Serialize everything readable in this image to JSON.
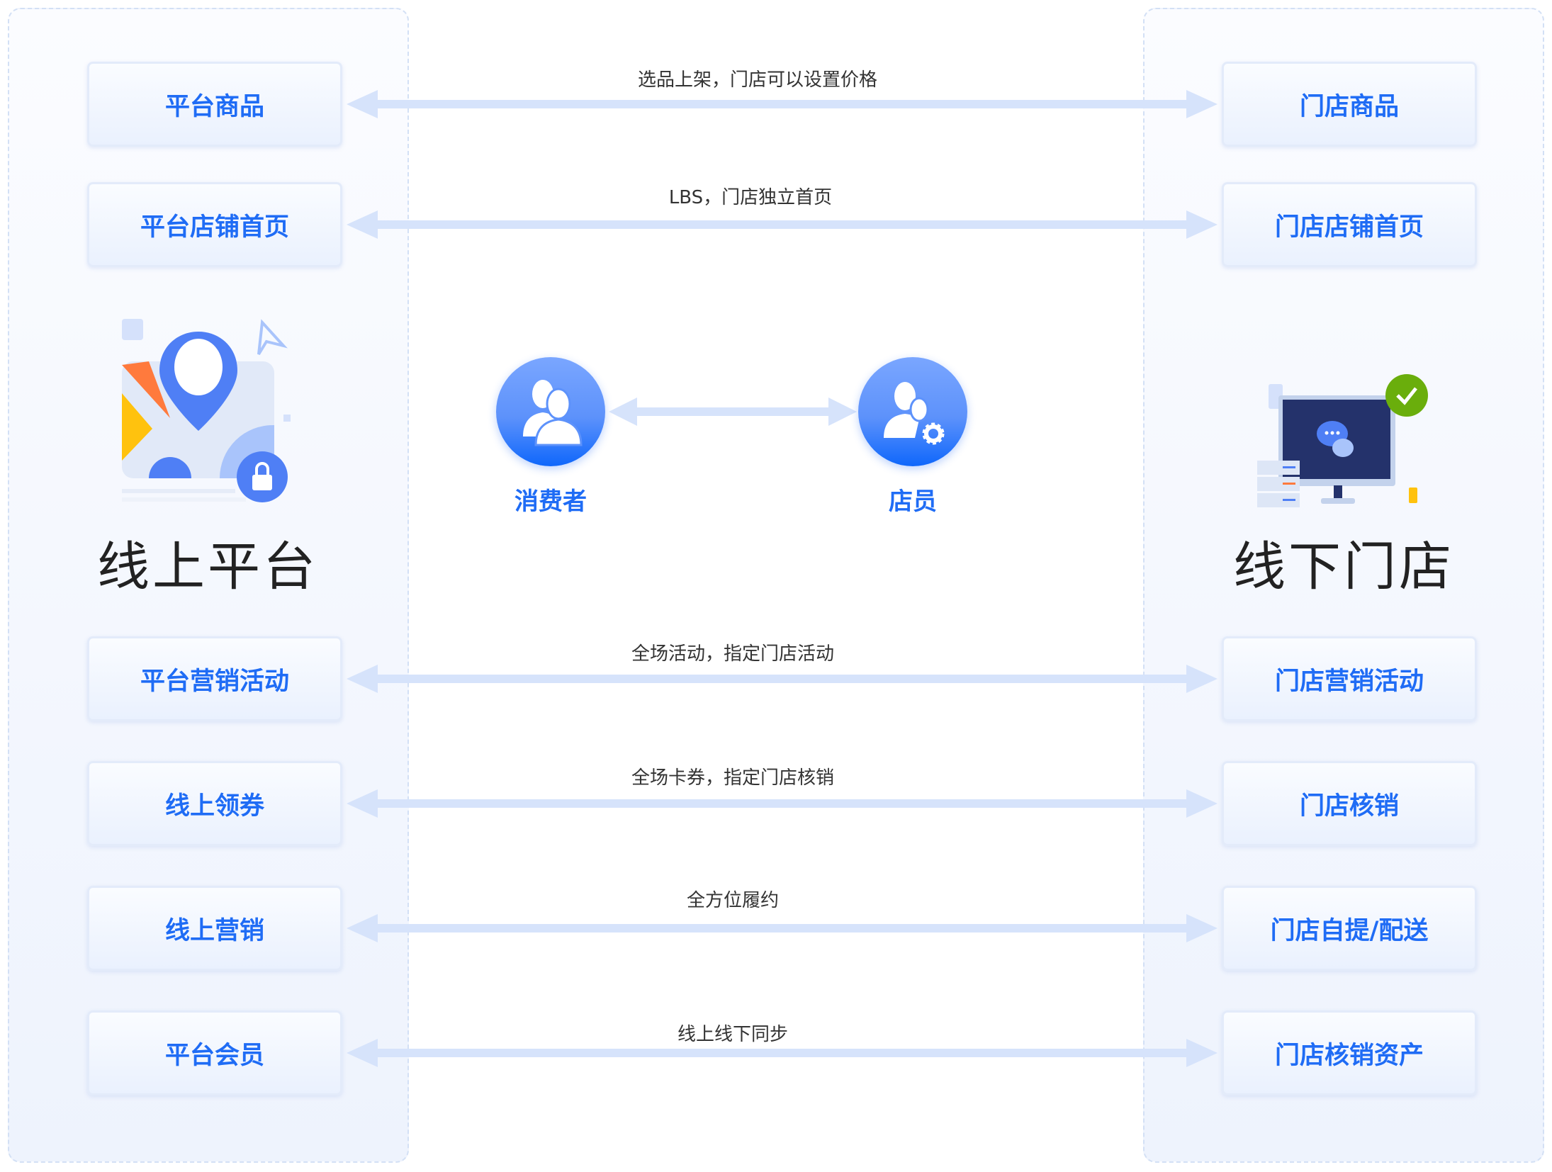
{
  "left": {
    "title": "线上平台",
    "items": [
      "平台商品",
      "平台店铺首页",
      "平台营销活动",
      "线上领券",
      "线上营销",
      "平台会员"
    ]
  },
  "right": {
    "title": "线下门店",
    "items": [
      "门店商品",
      "门店店铺首页",
      "门店营销活动",
      "门店核销",
      "门店自提/配送",
      "门店核销资产"
    ]
  },
  "links": [
    "选品上架，门店可以设置价格",
    "LBS，门店独立首页",
    "全场活动，指定门店活动",
    "全场卡券，指定门店核销",
    "全方位履约",
    "线上线下同步"
  ],
  "roles": {
    "consumer": "消费者",
    "clerk": "店员"
  },
  "colors": {
    "accent": "#1f6cf5",
    "arrow": "#d6e3fb"
  }
}
